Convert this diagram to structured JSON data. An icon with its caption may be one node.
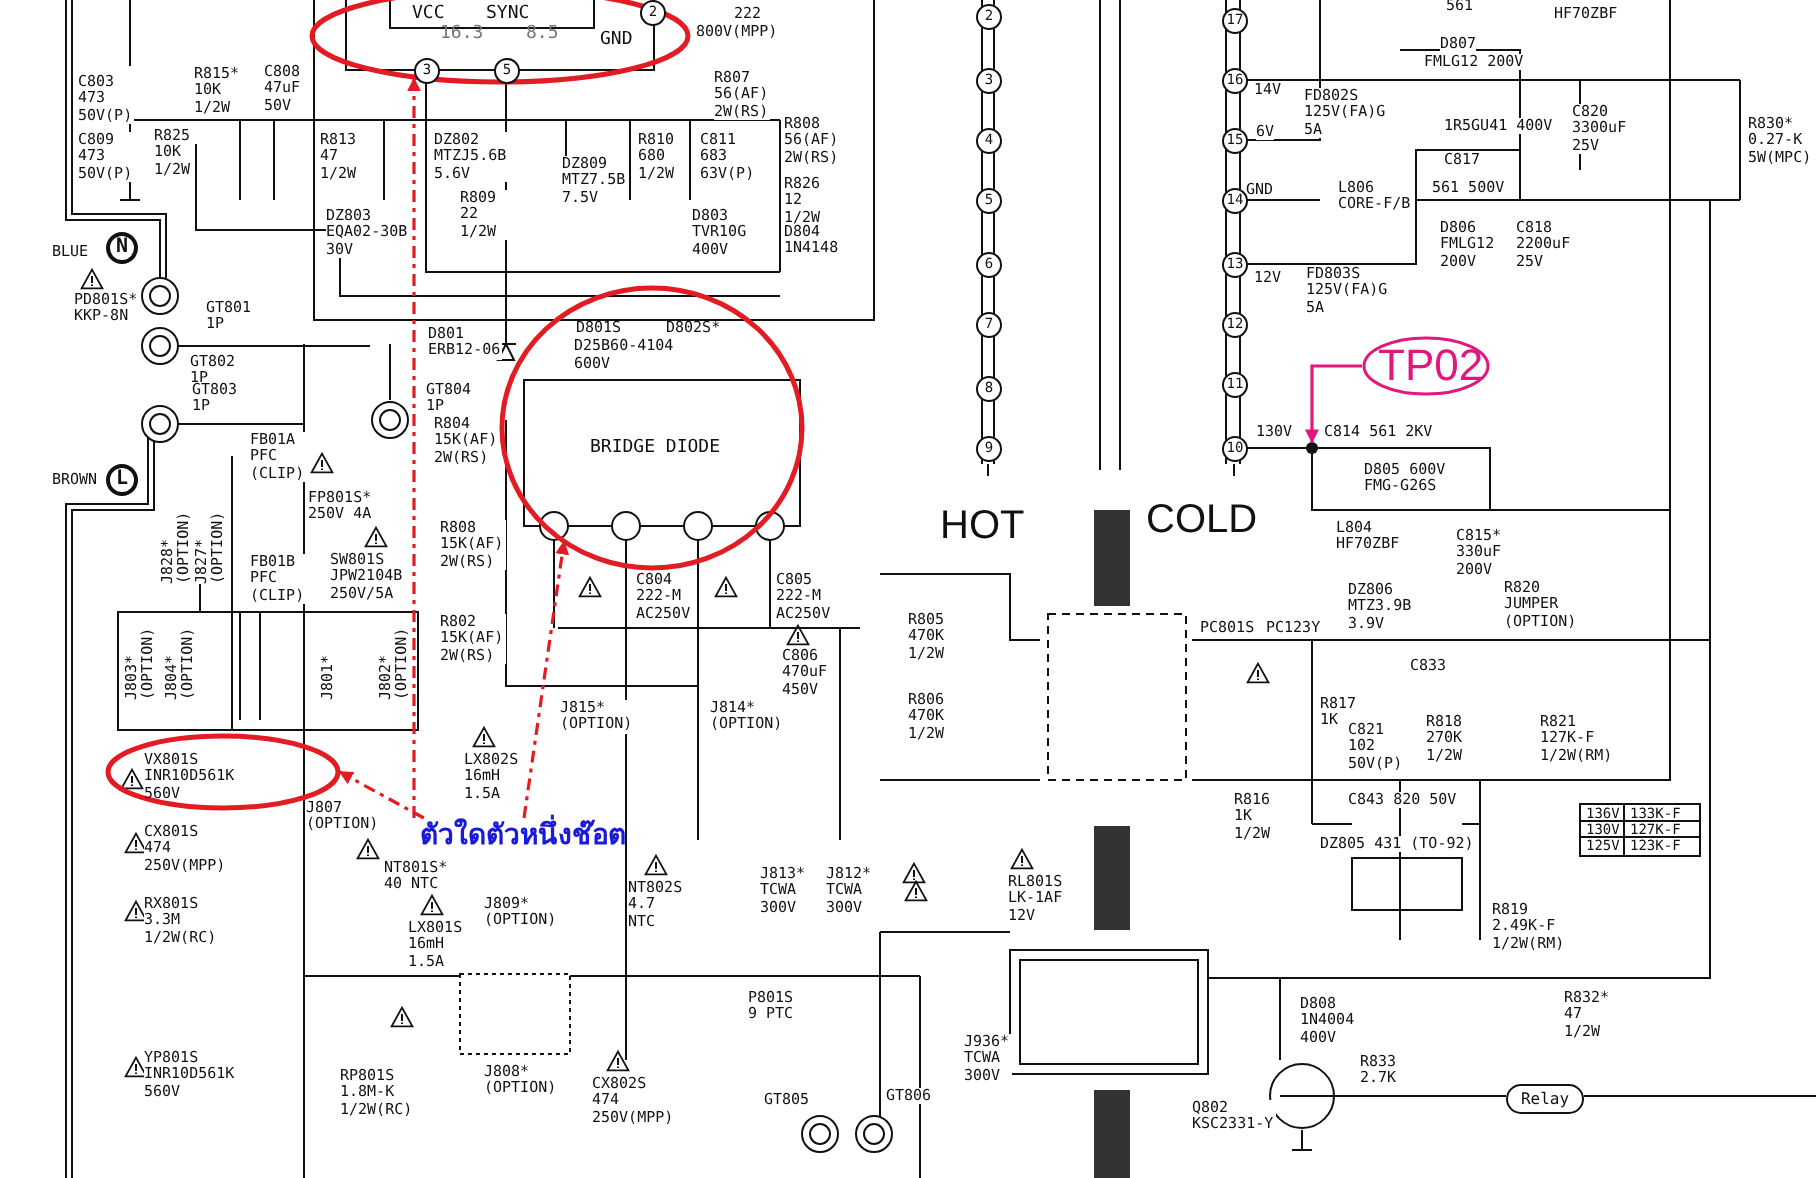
{
  "diagram": {
    "nodes": [
      {
        "text": [
          "VCC",
          "SYNC",
          "16.3",
          "8.5",
          "GND",
          "3",
          "5",
          "2"
        ]
      },
      {
        "text": [
          "D801S",
          "D802S*",
          "D25B60-4104",
          "600V",
          "BRIDGE DIODE"
        ]
      },
      {
        "text": [
          "VX801S INR10D561K 560V"
        ]
      },
      {
        "text": [
          "ตัวใดตัวหนึ่งช๊อต"
        ]
      },
      {
        "text": [
          "TP02"
        ]
      },
      {
        "text": [
          "Relay"
        ]
      },
      {
        "text": [],
        "shape": "circle"
      }
    ],
    "edges": [
      {
        "from": 3,
        "to": 0,
        "arrow": "to",
        "style": "dashed",
        "color": "#e31b23"
      },
      {
        "from": 3,
        "to": 1,
        "arrow": "to",
        "style": "dashed",
        "color": "#e31b23"
      },
      {
        "from": 3,
        "to": 2,
        "arrow": "to",
        "style": "dashed",
        "color": "#e31b23"
      },
      {
        "from": 4,
        "to": 6,
        "arrow": "to",
        "color": "#e2177e"
      }
    ],
    "labels": [
      "222",
      "800V(MPP)",
      "C803 473 50V(P)",
      "C809 473 50V(P)",
      "R815* 10K 1/2W",
      "C808 47uF 50V",
      "R825 10K 1/2W",
      "R813 47 1/2W",
      "DZ802 MTZJ5.6B 5.6V",
      "DZ803 EQA02-30B 30V",
      "R809 22 1/2W",
      "DZ809 MTZ7.5B 7.5V",
      "R810 680 1/2W",
      "C811 683 63V(P)",
      "R807 56(AF) 2W(RS)",
      "R808 56(AF) 2W(RS)",
      "R826 12 1/2W",
      "D803 TVR10G 400V",
      "D804 1N4148",
      "D801 ERB12-06",
      "BLUE",
      "N",
      "PD801S* KKP-8N",
      "GT801 1P",
      "GT802 1P",
      "GT803 1P",
      "GT804 1P",
      "BROWN",
      "L",
      "FB01A PFC (CLIP)",
      "FP801S* 250V 4A",
      "FB01B PFC (CLIP)",
      "SW801S JPW2104B 250V/5A",
      "J828* (OPTION)",
      "J827* (OPTION)",
      "J803* (OPTION)",
      "J804* (OPTION)",
      "J801*",
      "J802* (OPTION)",
      "R804 15K(AF) 2W(RS)",
      "R808 15K(AF) 2W(RS)",
      "R802 15K(AF) 2W(RS)",
      "C804 222-M AC250V",
      "C805 222-M AC250V",
      "C806 470uF 450V",
      "J815* (OPTION)",
      "J814* (OPTION)",
      "LX802S 16mH 1.5A",
      "R805 470K 1/2W",
      "R806 470K 1/2W",
      "CX801S 474 250V(MPP)",
      "J807 (OPTION)",
      "NT801S* 40 NTC",
      "RX801S 3.3M 1/2W(RC)",
      "J809* (OPTION)",
      "LX801S 16mH 1.5A",
      "NT802S 4.7 NTC",
      "J813* TCWA 300V",
      "J812* TCWA 300V",
      "P801S 9 PTC",
      "YP801S INR10D561K 560V",
      "RP801S 1.8M-K 1/2W(RC)",
      "J808* (OPTION)",
      "CX802S 474 250V(MPP)",
      "GT805",
      "GT806",
      "561",
      "D807",
      "FMLG12 200V",
      "HF70ZBF",
      "FD802S 125V(FA)G 5A",
      "14V",
      "1R5GU41 400V",
      "6V",
      "C820 3300uF 25V",
      "R830* 0.27-K 5W(MPC)",
      "GND",
      "L806 CORE-F/B",
      "C817",
      "561 500V",
      "D806 FMLG12 200V",
      "C818 2200uF 25V",
      "12V",
      "FD803S 125V(FA)G 5A",
      "HOT",
      "COLD",
      "130V",
      "C814 561 2KV",
      "D805 600V FMG-G26S",
      "L804 HF70ZBF",
      "C815* 330uF 200V",
      "DZ806 MTZ3.9B 3.9V",
      "R820 JUMPER (OPTION)",
      "PC801S",
      "PC123Y",
      "C833",
      "R817 1K",
      "C821 102 50V(P)",
      "R818 270K 1/2W",
      "R821 127K-F 1/2W(RM)",
      "R816 1K 1/2W",
      "C843 820 50V",
      "DZ805 431 (TO-92)",
      "136V",
      "133K-F",
      "130V",
      "127K-F",
      "125V",
      "123K-F",
      "R819 2.49K-F 1/2W(RM)",
      "RL801S LK-1AF 12V",
      "D808 1N4004 400V",
      "R832* 47 1/2W",
      "J936* TCWA 300V",
      "R833 2.7K",
      "Q802 KSC2331-Y",
      "2",
      "3",
      "4",
      "5",
      "6",
      "7",
      "8",
      "9",
      "17",
      "16",
      "15",
      "14",
      "13",
      "12",
      "11",
      "10"
    ]
  }
}
